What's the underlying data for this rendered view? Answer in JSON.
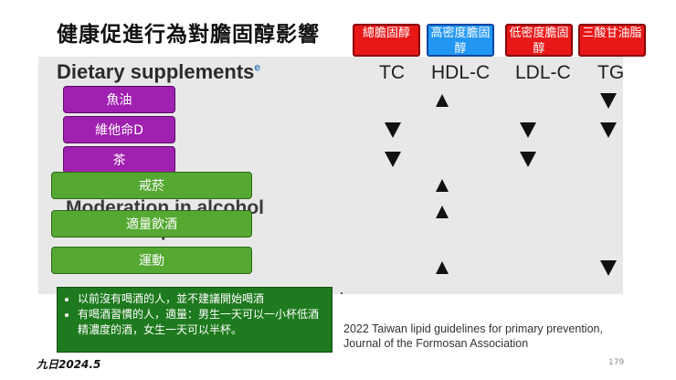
{
  "slide": {
    "title": "健康促進行為對膽固醇影響",
    "panel": {
      "heading": "Dietary supplements",
      "heading_sup": "e",
      "col_labels": [
        "TC",
        "HDL-C",
        "LDL-C",
        "TG"
      ],
      "moderation_text": "Moderation in alcohol\n    consumption",
      "partial_bottom_text": "· · ·   ·   · · · ·   · ·"
    },
    "badges": [
      {
        "label": "總膽固醇",
        "color": "red"
      },
      {
        "label": "高密度膽固醇",
        "color": "blue"
      },
      {
        "label": "低密度膽固醇",
        "color": "red"
      },
      {
        "label": "三酸甘油脂",
        "color": "red"
      }
    ],
    "rows": [
      {
        "label": "魚油",
        "style": "purple",
        "marks": [
          "",
          "up",
          "",
          "down"
        ]
      },
      {
        "label": "維他命D",
        "style": "purple",
        "marks": [
          "down",
          "",
          "down",
          "down"
        ]
      },
      {
        "label": "茶",
        "style": "purple",
        "marks": [
          "down",
          "",
          "down",
          ""
        ]
      },
      {
        "label": "戒菸",
        "style": "green",
        "marks": [
          "",
          "up",
          "",
          ""
        ]
      },
      {
        "label": "適量飲酒",
        "style": "green",
        "marks": [
          "",
          "up",
          "",
          ""
        ]
      },
      {
        "label": "運動",
        "style": "green",
        "marks": [
          "",
          "up",
          "",
          "down"
        ]
      }
    ],
    "notes": [
      "以前沒有喝酒的人，並不建議開始喝酒",
      "有喝酒習慣的人，適量：男生一天可以一小杯低酒精濃度的酒，女生一天可以半杯。"
    ],
    "reference_line1": "2022 Taiwan lipid guidelines for primary prevention,",
    "reference_line2": "Journal of the Formosan Association",
    "footer_left": "九日2024.5",
    "page_number": "179",
    "colors": {
      "accent_red": "#e81818",
      "accent_blue": "#2196f3",
      "purple": "#a020b0",
      "green": "#55a832",
      "note_green": "#1e7a1e"
    }
  }
}
